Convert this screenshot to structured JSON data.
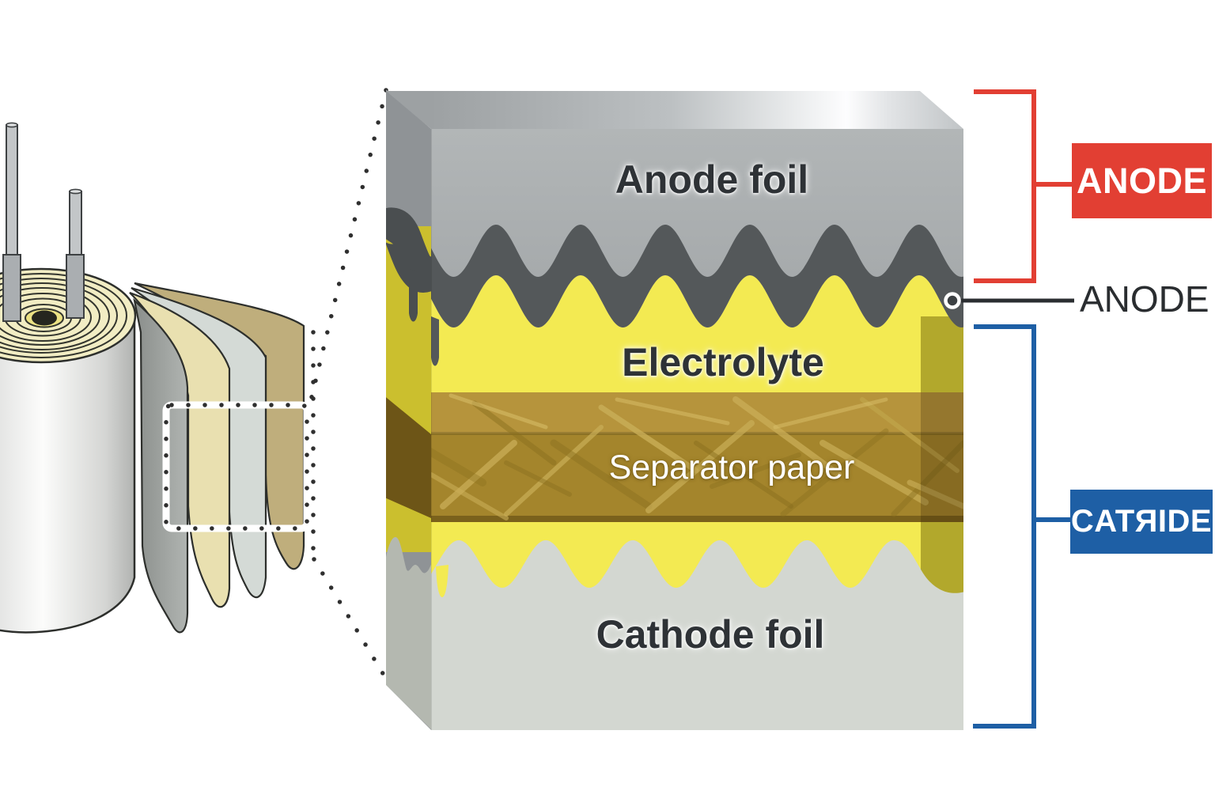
{
  "labels": {
    "anode_foil": "Anode foil",
    "electrolyte": "Electrolyte",
    "separator_paper": "Separator paper",
    "cathode_foil": "Cathode foil"
  },
  "annotations": {
    "anode_badge": "ANODE",
    "anode_callout": "ANODE",
    "cathode_badge": "CATЯIDE"
  },
  "colors": {
    "anode_red": "#e23f33",
    "cathode_blue": "#1e5fa5",
    "electrolyte_yellow": "#f3ea52",
    "anode_foil_gray": "#a8acae",
    "cathode_foil_gray": "#d3d7d1",
    "separator_mustard": "#a4852c",
    "oxide_layer_dark_gray": "#54585a"
  }
}
